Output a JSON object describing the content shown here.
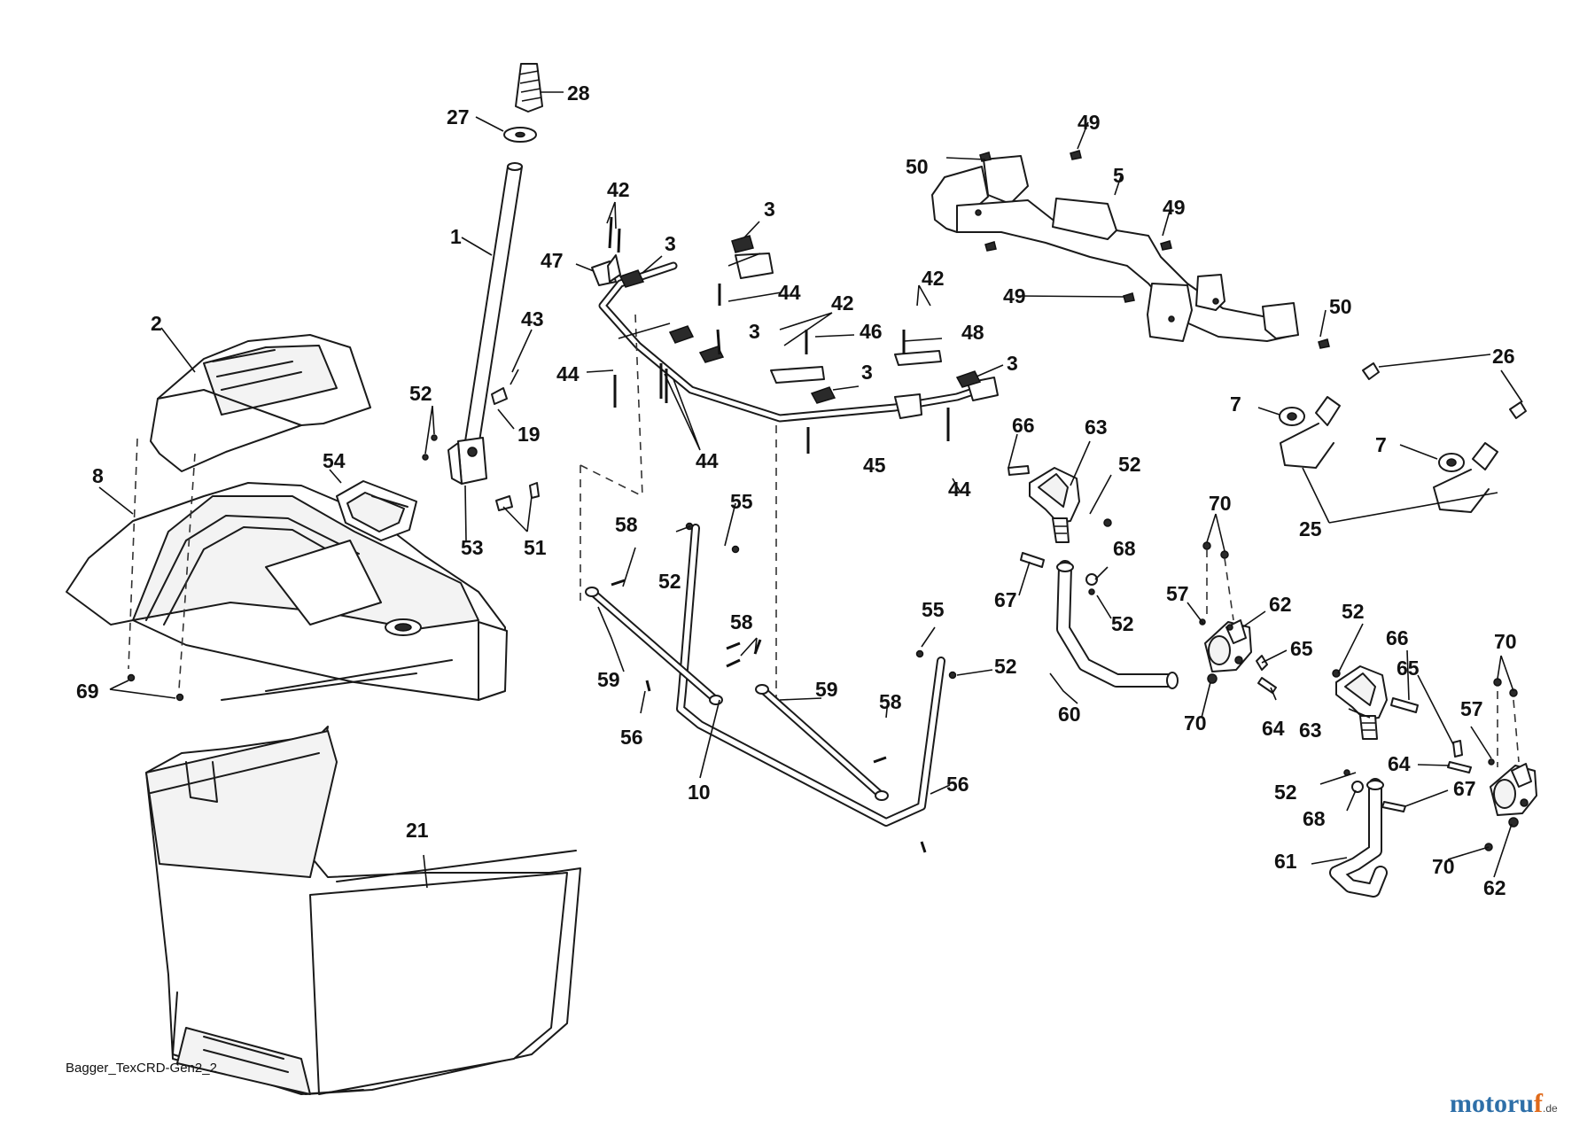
{
  "diagram": {
    "caption": "Bagger_TexCRD-Gen2_2",
    "watermark": {
      "main": "motoru",
      "accent": "f",
      "suffix": ".de"
    },
    "callouts": [
      "28",
      "27",
      "1",
      "43",
      "19",
      "52",
      "53",
      "51",
      "2",
      "54",
      "8",
      "69",
      "21",
      "42",
      "3",
      "47",
      "44",
      "3",
      "42",
      "44",
      "3",
      "46",
      "42",
      "48",
      "3",
      "3",
      "44",
      "45",
      "44",
      "58",
      "52",
      "55",
      "59",
      "56",
      "58",
      "10",
      "59",
      "55",
      "52",
      "58",
      "56",
      "50",
      "49",
      "5",
      "49",
      "49",
      "50",
      "26",
      "7",
      "7",
      "25",
      "66",
      "63",
      "52",
      "67",
      "68",
      "52",
      "60",
      "57",
      "70",
      "62",
      "65",
      "70",
      "64",
      "52",
      "66",
      "63",
      "65",
      "70",
      "57",
      "64",
      "52",
      "67",
      "68",
      "70",
      "61",
      "62"
    ]
  }
}
